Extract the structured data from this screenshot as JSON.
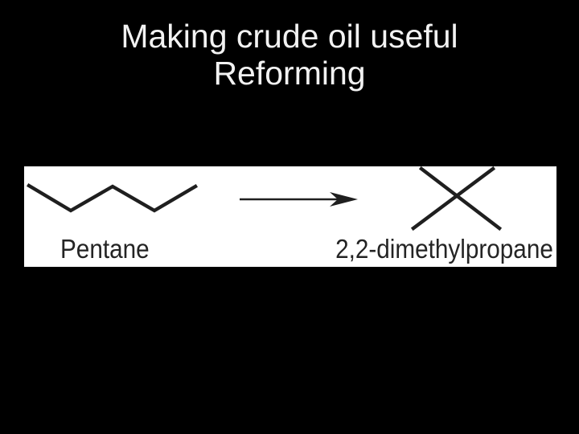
{
  "slide": {
    "title_line1": "Making crude oil useful",
    "title_line2": "Reforming"
  },
  "figure": {
    "reactant_label": "Pentane",
    "product_label": "2,2-dimethylpropane",
    "arrow_icon": "reaction-arrow-right",
    "reactant_structure_icon": "pentane-skeletal-zigzag",
    "product_structure_icon": "neopentane-skeletal-cross"
  },
  "colors": {
    "background": "#000000",
    "panel": "#ffffff",
    "title_text": "#f2f2f2",
    "structure_ink": "#1f1f1f",
    "label_ink": "#242424"
  }
}
